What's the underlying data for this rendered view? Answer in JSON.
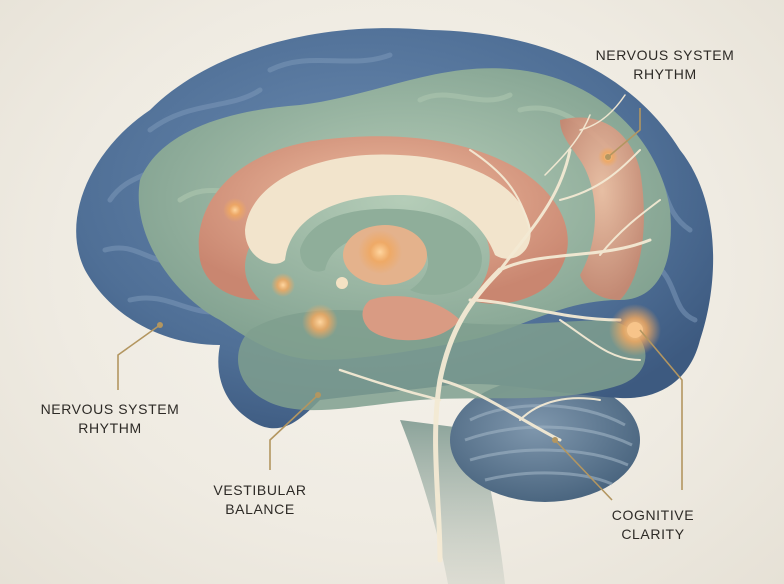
{
  "labels": {
    "top_right": {
      "line1": "NERVOUS SYSTEM",
      "line2": "RHYTHM"
    },
    "left": {
      "line1": "NERVOUS SYSTEM",
      "line2": "RHYTHM"
    },
    "vestibular": {
      "line1": "VESTIBULAR",
      "line2": "BALANCE"
    },
    "cognitive": {
      "line1": "COGNITIVE",
      "line2": "CLARITY"
    }
  },
  "colors": {
    "background": "#efebe2",
    "outer_blue": "#4f6f96",
    "sage_green": "#8fae9a",
    "peach": "#d99b83",
    "cream": "#f2e4cc",
    "highlight_orange": "#f0a860",
    "leader_line": "#b39660"
  }
}
